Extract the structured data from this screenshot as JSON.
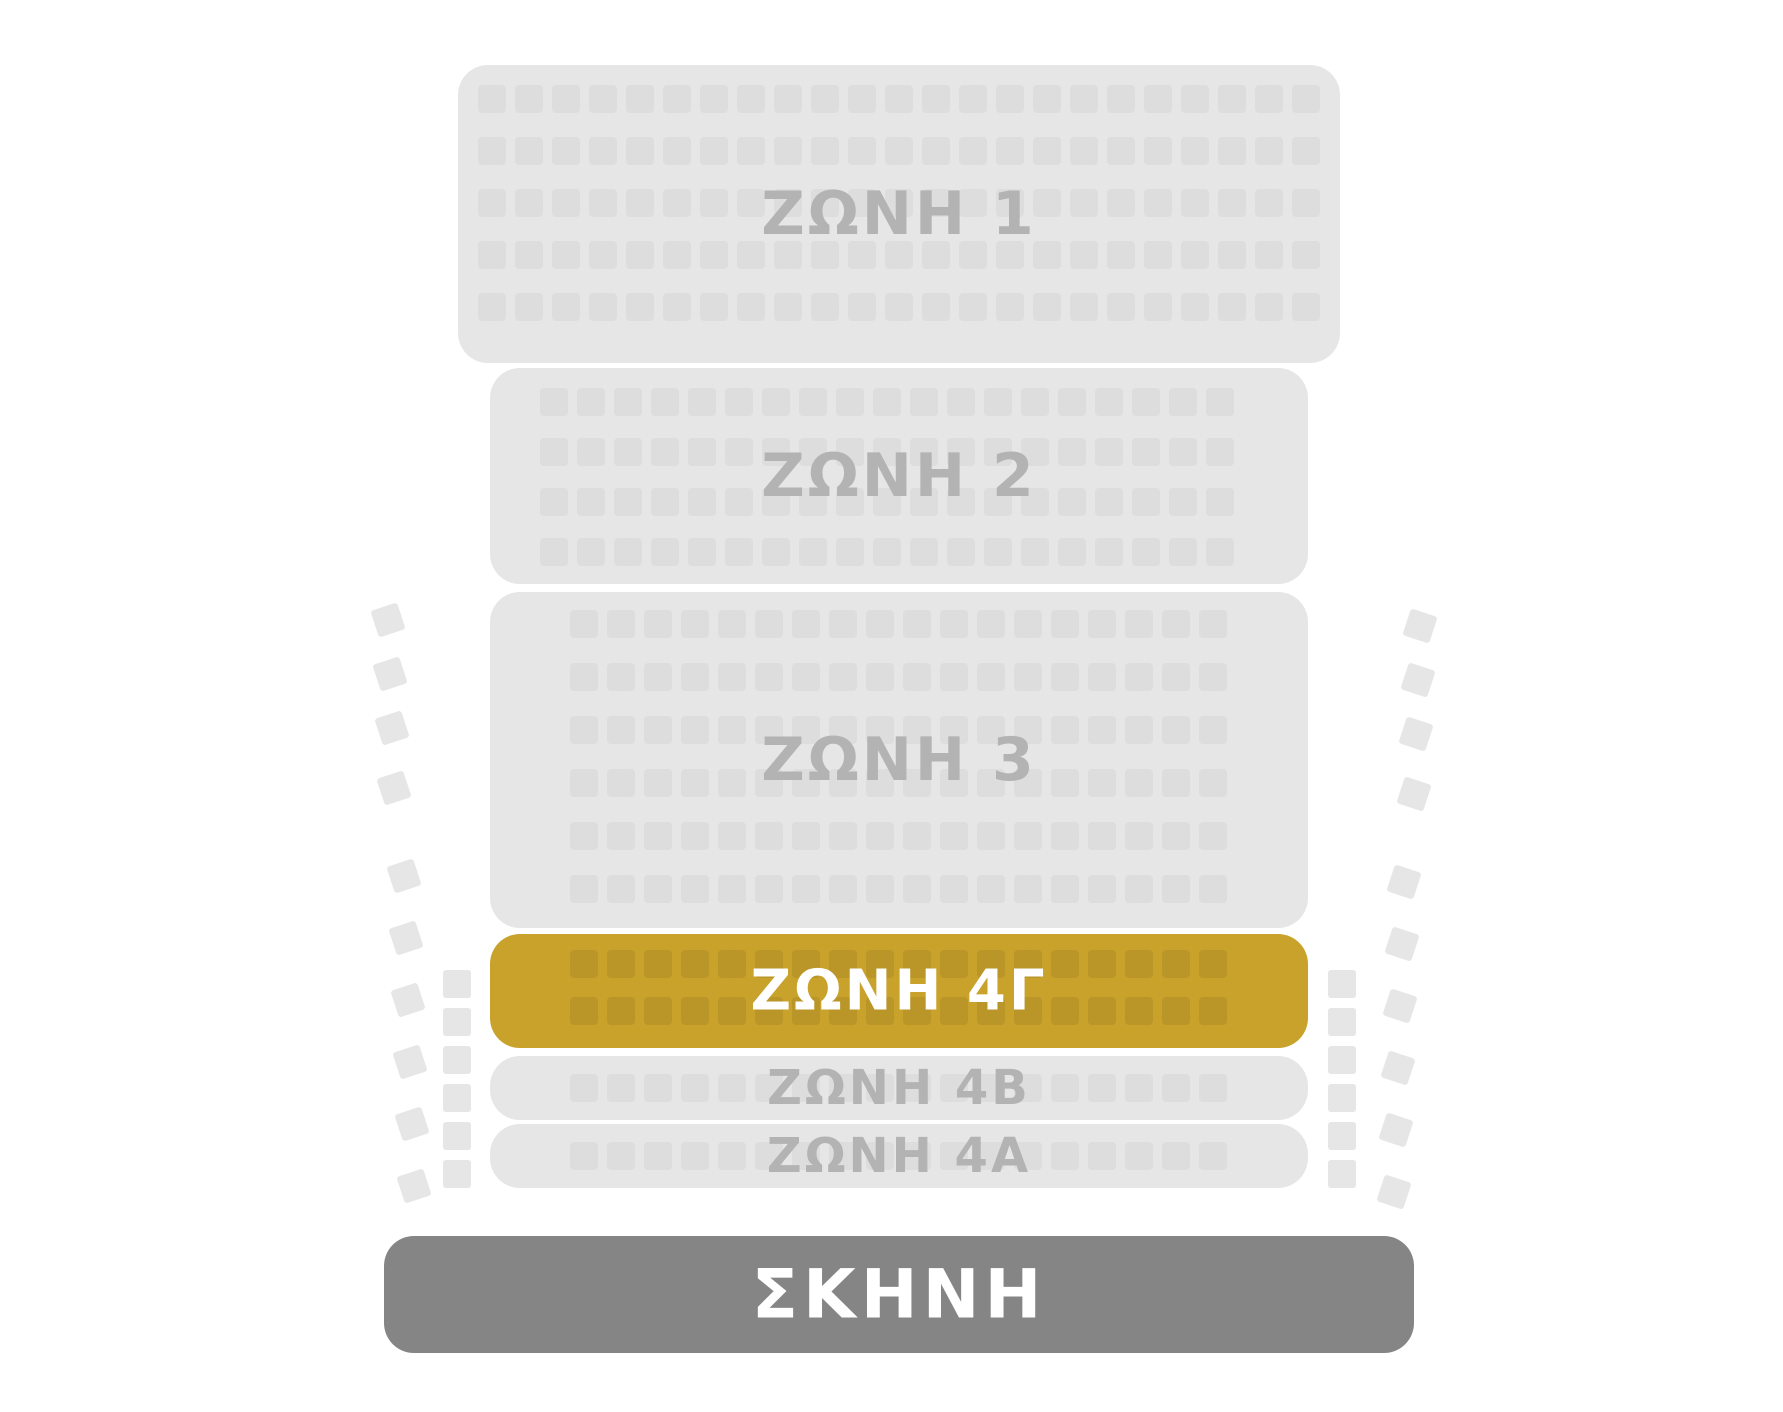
{
  "zones": {
    "z1": {
      "label": "ΖΩΝΗ 1"
    },
    "z2": {
      "label": "ΖΩΝΗ 2"
    },
    "z3": {
      "label": "ΖΩΝΗ 3"
    },
    "z4g": {
      "label": "ΖΩΝΗ 4Γ",
      "selected": true
    },
    "z4b": {
      "label": "ΖΩΝΗ 4Β"
    },
    "z4a": {
      "label": "ΖΩΝΗ 4Α"
    }
  },
  "stage": {
    "label": "ΣΚΗΝΗ"
  },
  "colors": {
    "zone_default": "#e6e6e6",
    "zone_selected": "#c9a22c",
    "label_default": "#b3b3b3",
    "label_selected": "#ffffff",
    "stage": "#858585"
  }
}
